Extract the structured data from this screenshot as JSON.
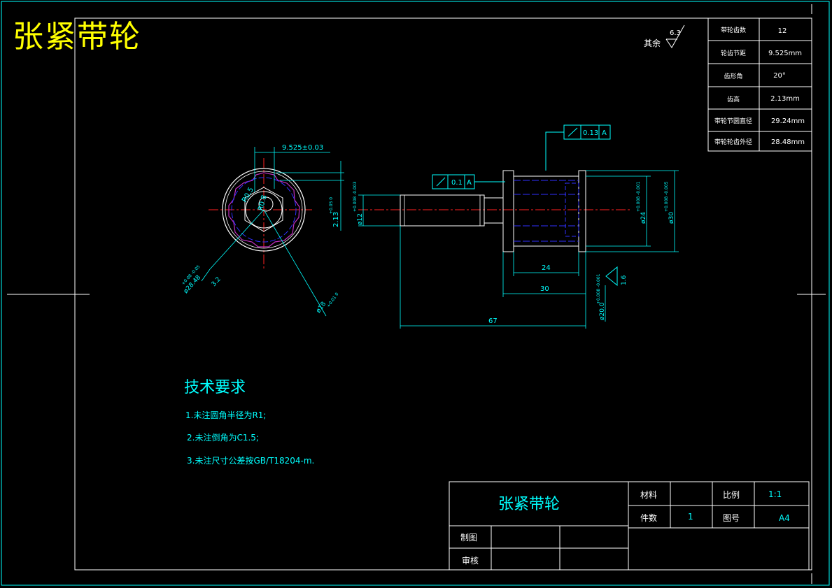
{
  "drawing_title": "张紧带轮",
  "roughness": {
    "label": "其余",
    "value": "6.3"
  },
  "parameters_table": [
    {
      "name": "带轮齿数",
      "value": "12"
    },
    {
      "name": "轮齿节距",
      "value": "9.525mm"
    },
    {
      "name": "齿形角",
      "value": "20°"
    },
    {
      "name": "齿高",
      "value": "2.13mm"
    },
    {
      "name": "带轮节圆直径",
      "value": "29.24mm"
    },
    {
      "name": "带轮轮齿外径",
      "value": "28.48mm"
    }
  ],
  "front_view": {
    "pitch_dim": "9.525±0.03",
    "tooth_height_dim": "2.13",
    "tooth_height_tol": "+0.05 0",
    "r_dim_1": "R0.5",
    "r_dim_2": "R0.8",
    "outer_dia_dim": "ø28.48",
    "outer_dia_tol": "+0.08 -0.05",
    "angle_dim": "3.2",
    "bore_dim": "ø18",
    "bore_tol": "+0.01 0"
  },
  "side_view": {
    "runout_1_value": "0.1",
    "runout_1_datum": "A",
    "runout_2_value": "0.13",
    "runout_2_datum": "A",
    "shaft_dia": "ø12",
    "shaft_tol": "+0.008 -0.003",
    "hub_dia": "ø24",
    "hub_tol": "+0.008 -0.001",
    "flange_dia": "ø30",
    "flange_tol": "+0.008 -0.005",
    "dia_20": "ø20.0",
    "dia_20_tol": "+0.008 -0.001",
    "len_24": "24",
    "len_30": "30",
    "len_67": "67",
    "roughness_16": "1.6"
  },
  "tech_req": {
    "title": "技术要求",
    "items": [
      "1.未注圆角半径为R1;",
      "2.未注倒角为C1.5;",
      "3.未注尺寸公差按GB/T18204-m."
    ]
  },
  "title_block": {
    "part_name": "张紧带轮",
    "material_label": "材料",
    "material_value": "",
    "scale_label": "比例",
    "scale_value": "1:1",
    "qty_label": "件数",
    "qty_value": "1",
    "drawing_no_label": "图号",
    "drawing_no_value": "A4",
    "drawn_label": "制图",
    "checked_label": "审核"
  }
}
